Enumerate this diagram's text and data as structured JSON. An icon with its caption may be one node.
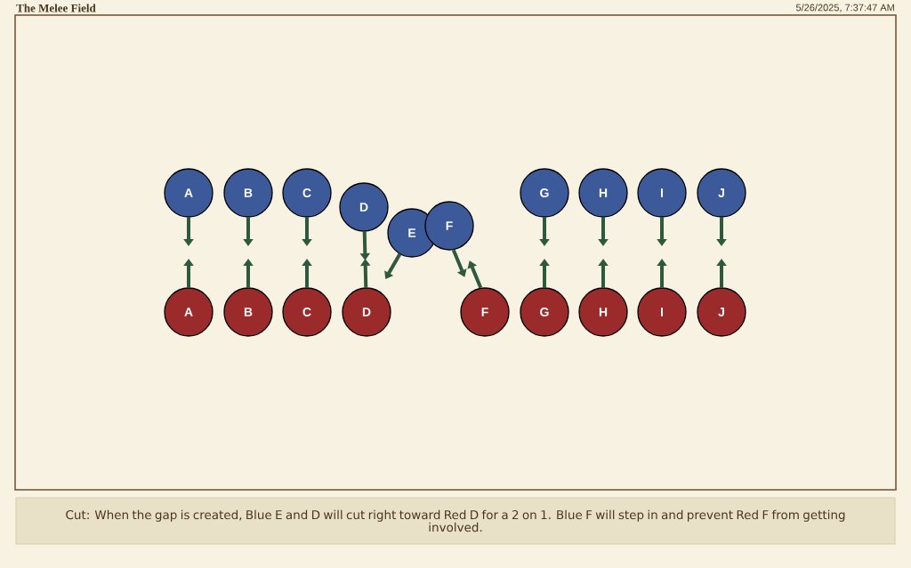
{
  "diagram": {
    "title": "The Melee Field",
    "caption": "Cut: When the gap is created, Blue E and D will cut right toward Red D for a 2 on 1. Blue F will step in and prevent Red F from getting involved.",
    "nodes": [
      {
        "text": [
          "A"
        ]
      },
      {
        "text": [
          "B"
        ]
      },
      {
        "text": [
          "C"
        ]
      },
      {
        "text": [
          "D"
        ]
      },
      {
        "text": [
          "E"
        ]
      },
      {
        "text": [
          "F"
        ]
      },
      {
        "text": [
          "G"
        ]
      },
      {
        "text": [
          "H"
        ]
      },
      {
        "text": [
          "I"
        ]
      },
      {
        "text": [
          "J"
        ]
      },
      {
        "text": [
          "A"
        ]
      },
      {
        "text": [
          "B"
        ]
      },
      {
        "text": [
          "C"
        ]
      },
      {
        "text": [
          "D"
        ]
      },
      {
        "text": [
          "F"
        ]
      },
      {
        "text": [
          "G"
        ]
      },
      {
        "text": [
          "H"
        ]
      },
      {
        "text": [
          "I"
        ]
      },
      {
        "text": [
          "J"
        ]
      }
    ],
    "edges": [
      {
        "from": 0,
        "to": null,
        "arrow": "to"
      },
      {
        "from": 10,
        "to": null,
        "arrow": "to"
      },
      {
        "from": 1,
        "to": null,
        "arrow": "to"
      },
      {
        "from": 11,
        "to": null,
        "arrow": "to"
      },
      {
        "from": 2,
        "to": null,
        "arrow": "to"
      },
      {
        "from": 12,
        "to": null,
        "arrow": "to"
      },
      {
        "from": 3,
        "to": null,
        "arrow": "to"
      },
      {
        "from": 13,
        "to": null,
        "arrow": "to"
      },
      {
        "from": 4,
        "to": null,
        "arrow": "to"
      },
      {
        "from": 5,
        "to": null,
        "arrow": "to"
      },
      {
        "from": 14,
        "to": null,
        "arrow": "to"
      },
      {
        "from": 6,
        "to": null,
        "arrow": "to"
      },
      {
        "from": 15,
        "to": null,
        "arrow": "to"
      },
      {
        "from": 7,
        "to": null,
        "arrow": "to"
      },
      {
        "from": 16,
        "to": null,
        "arrow": "to"
      },
      {
        "from": 8,
        "to": null,
        "arrow": "to"
      },
      {
        "from": 17,
        "to": null,
        "arrow": "to"
      },
      {
        "from": 9,
        "to": null,
        "arrow": "to"
      },
      {
        "from": 18,
        "to": null,
        "arrow": "to"
      }
    ],
    "labels": [
      "5/26/2025, 7:37:47 AM"
    ]
  }
}
